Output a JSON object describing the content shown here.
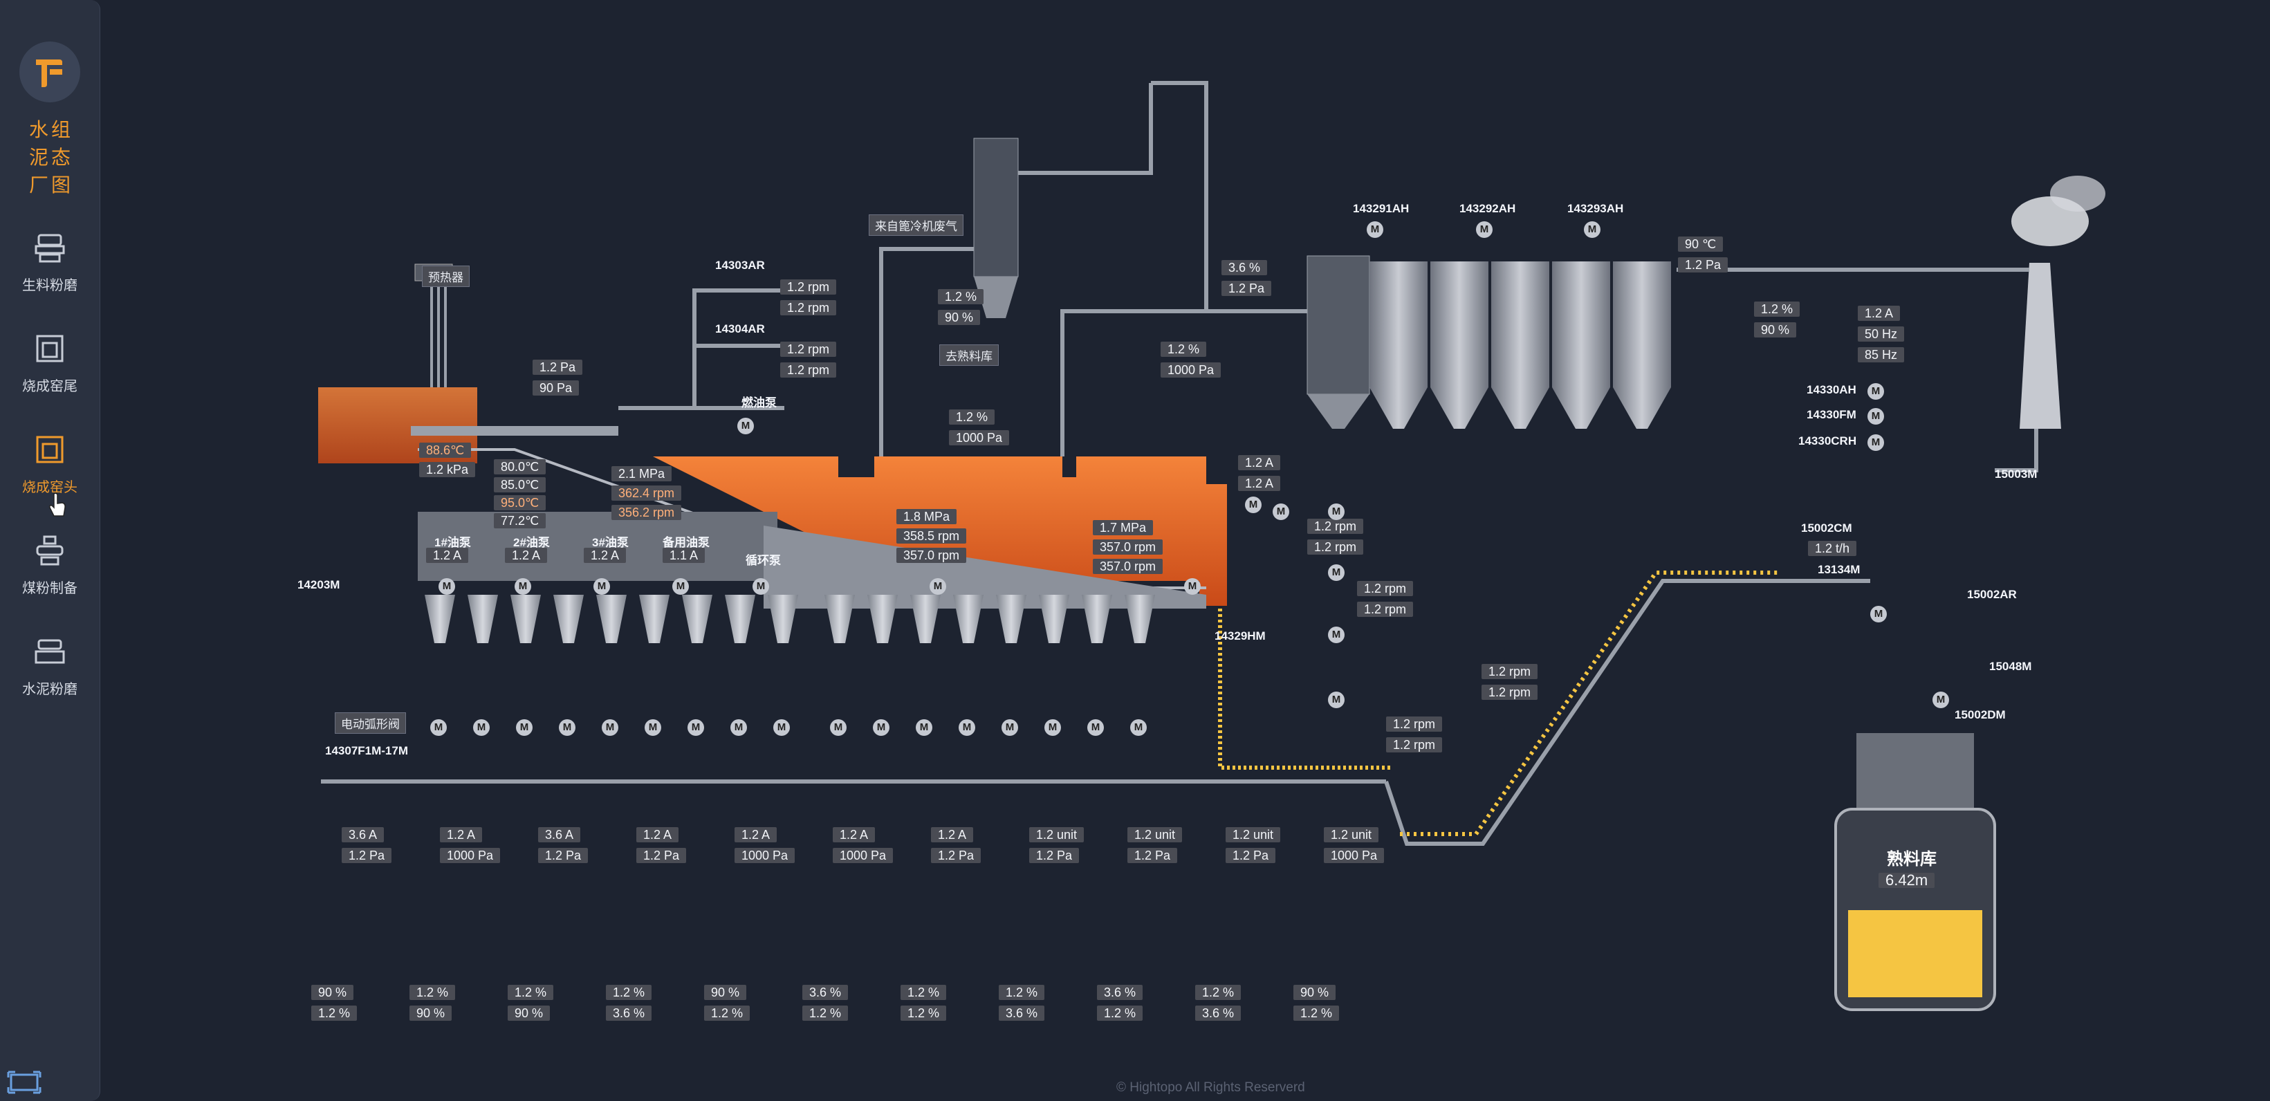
{
  "sidebar": {
    "brand": [
      "水组",
      "泥态",
      "厂图"
    ],
    "items": [
      {
        "label": "生料粉磨",
        "icon": "raw-mill-icon"
      },
      {
        "label": "烧成窑尾",
        "icon": "kiln-tail-icon"
      },
      {
        "label": "烧成窑头",
        "icon": "kiln-head-icon",
        "active": true
      },
      {
        "label": "煤粉制备",
        "icon": "coal-prep-icon"
      },
      {
        "label": "水泥粉磨",
        "icon": "cement-mill-icon"
      }
    ]
  },
  "labels": {
    "preheater": "预热器",
    "cooler_gas": "来自篦冷机废气",
    "to_clinker": "去熟料库",
    "fuel_pump": "燃油泵",
    "pump1": "1#油泵",
    "pump2": "2#油泵",
    "pump3": "3#油泵",
    "pump_spare": "备用油泵",
    "circ_pump": "循环泵",
    "damper": "电动弧形阀",
    "clinker_silo": "熟料库",
    "id_14303AR": "14303AR",
    "id_14304AR": "14304AR",
    "id_14203M": "14203M",
    "id_14329HM": "14329HM",
    "id_14307": "14307F1M-17M",
    "id_143291AH": "143291AH",
    "id_143292AH": "143292AH",
    "id_143293AH": "143293AH",
    "id_14330AH": "14330AH",
    "id_14330FM": "14330FM",
    "id_14330CRH": "14330CRH",
    "id_15003M": "15003M",
    "id_15002CM": "15002CM",
    "id_13134M": "13134M",
    "id_15002AR": "15002AR",
    "id_15048M": "15048M",
    "id_15002DM": "15002DM"
  },
  "readings": {
    "pre_pa1": "1.2 Pa",
    "pre_pa2": "90 Pa",
    "ar14303_rpm1": "1.2 rpm",
    "ar14303_rpm2": "1.2 rpm",
    "ar14304_rpm1": "1.2 rpm",
    "ar14304_rpm2": "1.2 rpm",
    "tower_pct1": "1.2 %",
    "tower_pct2": "90 %",
    "mid_pct": "1.2 %",
    "mid_pa": "1000 Pa",
    "duct_pct": "1.2 %",
    "duct_pa": "1000 Pa",
    "bag_pct": "3.6 %",
    "bag_pa": "1.2 Pa",
    "exit_c": "90 ℃",
    "exit_pa": "1.2 Pa",
    "fan_pct1": "1.2 %",
    "fan_pct2": "90 %",
    "fan_a": "1.2 A",
    "fan_hz1": "50 Hz",
    "fan_hz2": "85 Hz",
    "burner_c": "88.6℃",
    "burner_kpa": "1.2 kPa",
    "t1": "80.0℃",
    "t2": "85.0℃",
    "t3": "95.0℃",
    "t4": "77.2℃",
    "p1_mpa": "2.1 MPa",
    "p1_rpm1": "362.4 rpm",
    "p1_rpm2": "356.2 rpm",
    "p2_mpa": "1.8 MPa",
    "p2_rpm1": "358.5 rpm",
    "p2_rpm2": "357.0 rpm",
    "p3_mpa": "1.7 MPa",
    "p3_rpm1": "357.0 rpm",
    "p3_rpm2": "357.0 rpm",
    "pump_a1": "1.2 A",
    "pump_a2": "1.2 A",
    "pump_a3": "1.2 A",
    "pump_a4": "1.1 A",
    "r_a1": "1.2 A",
    "r_a2": "1.2 A",
    "r_rpm1": "1.2 rpm",
    "r_rpm2": "1.2 rpm",
    "r_rpm3": "1.2 rpm",
    "r_rpm4": "1.2 rpm",
    "r_rpm5": "1.2 rpm",
    "r_rpm6": "1.2 rpm",
    "r_rpm7": "1.2 rpm",
    "r_rpm8": "1.2 rpm",
    "conv_th": "1.2 t/h",
    "silo_level": "6.42m"
  },
  "bottom_pairs": [
    [
      "3.6 A",
      "1.2 Pa"
    ],
    [
      "1.2 A",
      "1000 Pa"
    ],
    [
      "3.6 A",
      "1.2 Pa"
    ],
    [
      "1.2 A",
      "1.2 Pa"
    ],
    [
      "1.2 A",
      "1000 Pa"
    ],
    [
      "1.2 A",
      "1000 Pa"
    ],
    [
      "1.2 A",
      "1.2 Pa"
    ],
    [
      "1.2 unit",
      "1.2 Pa"
    ],
    [
      "1.2 unit",
      "1.2 Pa"
    ],
    [
      "1.2 unit",
      "1.2 Pa"
    ],
    [
      "1.2 unit",
      "1000 Pa"
    ]
  ],
  "bottom_pcts": [
    [
      "90 %",
      "1.2 %"
    ],
    [
      "1.2 %",
      "90 %"
    ],
    [
      "1.2 %",
      "90 %"
    ],
    [
      "1.2 %",
      "3.6 %"
    ],
    [
      "90 %",
      "1.2 %"
    ],
    [
      "3.6 %",
      "1.2 %"
    ],
    [
      "1.2 %",
      "1.2 %"
    ],
    [
      "1.2 %",
      "3.6 %"
    ],
    [
      "3.6 %",
      "1.2 %"
    ],
    [
      "1.2 %",
      "3.6 %"
    ],
    [
      "90 %",
      "1.2 %"
    ]
  ],
  "motor_label": "M",
  "footer": "© Hightopo All Rights Reserverd",
  "colors": {
    "bg": "#1d2330",
    "accent": "#f09a2c",
    "kiln": "#e86a24",
    "pipe": "#8a8f99",
    "material": "#f5c542"
  }
}
